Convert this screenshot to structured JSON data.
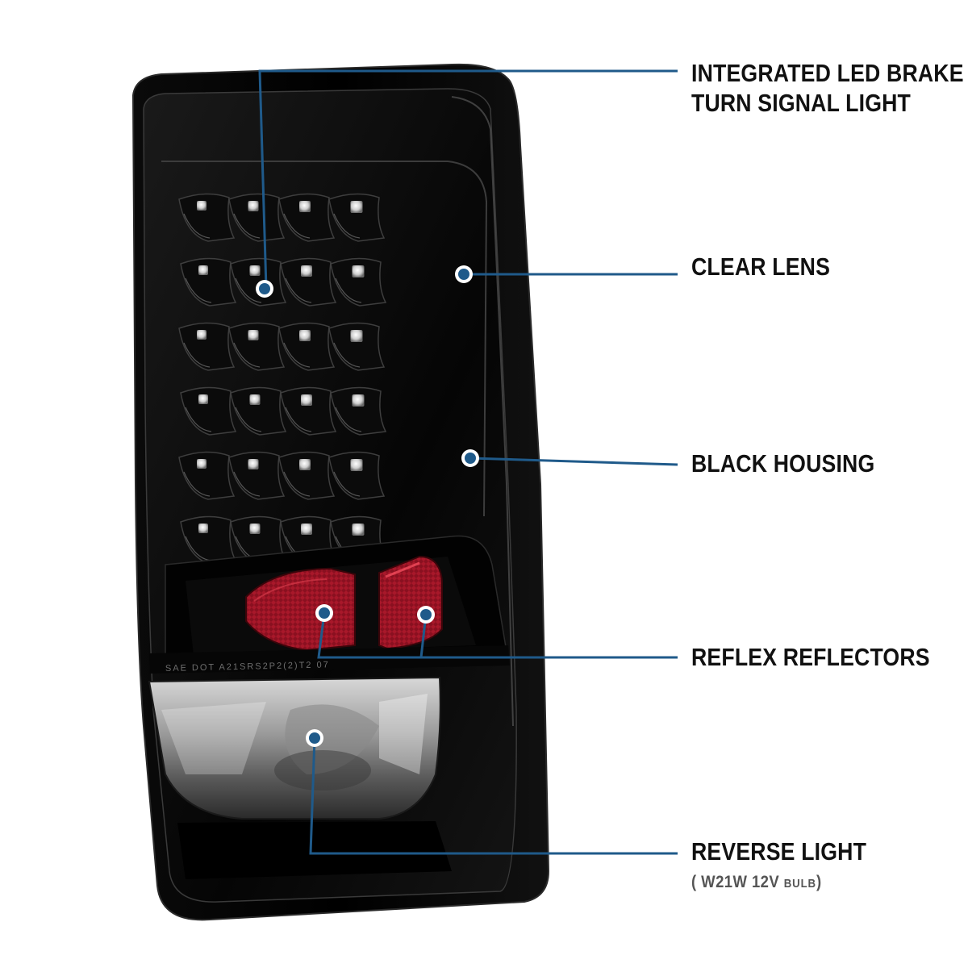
{
  "callouts": [
    {
      "id": "led",
      "lines": [
        "INTEGRATED LED BRAKE &",
        "TURN SIGNAL LIGHT"
      ]
    },
    {
      "id": "lens",
      "lines": [
        "CLEAR LENS"
      ]
    },
    {
      "id": "housing",
      "lines": [
        "BLACK HOUSING"
      ]
    },
    {
      "id": "reflectors",
      "lines": [
        "REFLEX REFLECTORS"
      ]
    },
    {
      "id": "reverse",
      "lines": [
        "REVERSE LIGHT"
      ],
      "detail": {
        "paren_open": "(",
        "bulb": "W21W",
        "voltage": "12V",
        "unit": "BULB",
        "paren_close": ")"
      }
    }
  ],
  "lamp_marking": "SAE DOT A21SRS2P2(2)T2 07",
  "colors": {
    "callout": "#1f5a8a",
    "text": "#111111",
    "housing": "#050505",
    "reflector": "#8a1020"
  }
}
